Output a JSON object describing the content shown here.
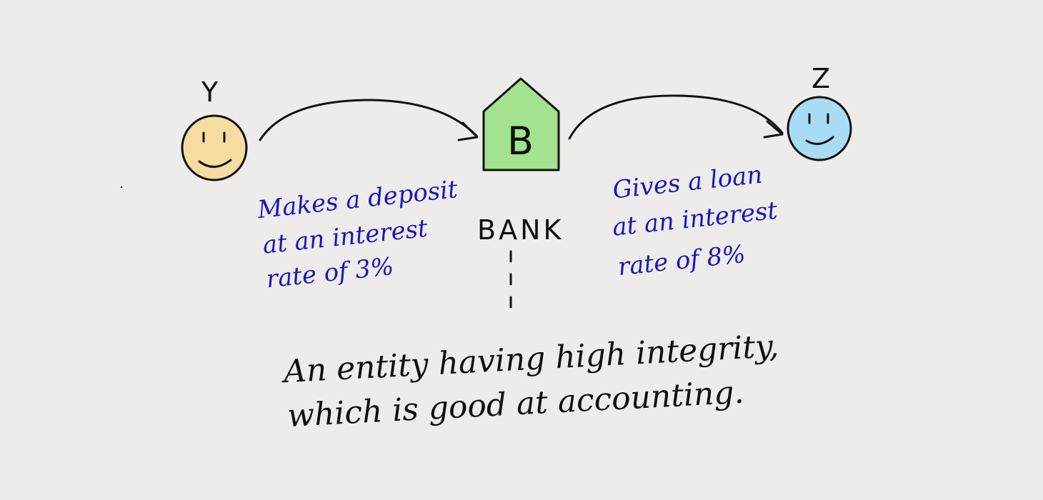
{
  "nodes": {
    "y": {
      "letter": "Y",
      "color": "#f5dca0"
    },
    "z": {
      "letter": "Z",
      "color": "#a8dcf4"
    },
    "bank": {
      "letter": "B",
      "label": "BANK",
      "color": "#a3e38f"
    }
  },
  "notes": {
    "deposit": [
      "Makes a deposit",
      "at an interest",
      "rate of 3%"
    ],
    "loan": [
      "Gives a loan",
      "at an interest",
      "rate of 8%"
    ],
    "bank_description": [
      "An entity having high integrity,",
      "which is good at accounting."
    ]
  },
  "colors": {
    "background": "#eeeceb",
    "ink": "#111111",
    "note_ink": "#1a17b8"
  }
}
